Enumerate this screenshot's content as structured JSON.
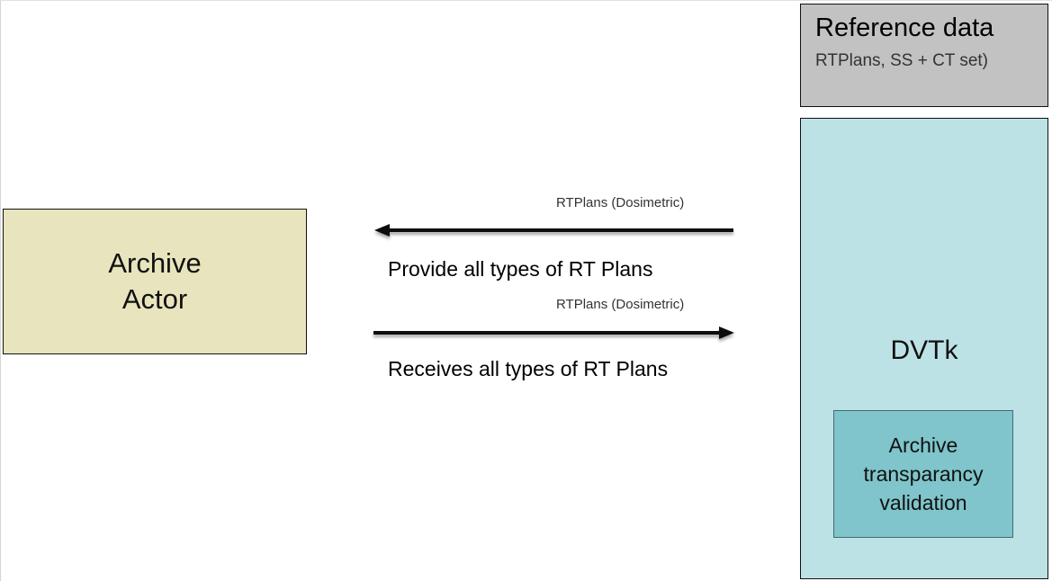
{
  "archive_actor": {
    "label": "Archive\nActor"
  },
  "reference_data": {
    "title": "Reference data",
    "subtitle": "RTPlans, SS + CT set)"
  },
  "dvtk": {
    "label": "DVTk",
    "validation_label": "Archive\ntransparancy\nvalidation"
  },
  "messages": [
    {
      "caption": "RTPlans (Dosimetric)",
      "label": "Provide all types of RT Plans",
      "direction": "left"
    },
    {
      "caption": "RTPlans (Dosimetric)",
      "label": "Receives all types of RT Plans",
      "direction": "right"
    }
  ],
  "colors": {
    "archive_actor_fill": "#e8e4bd",
    "reference_fill": "#c2c2c2",
    "dvtk_fill": "#bde2e5",
    "validation_fill": "#7fc5cb"
  }
}
